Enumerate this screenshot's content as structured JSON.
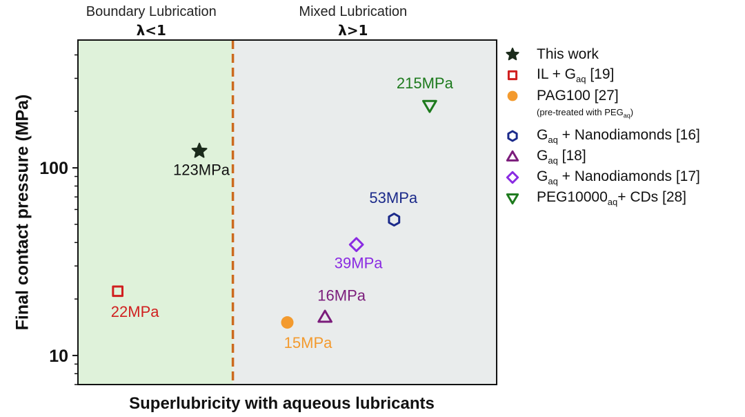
{
  "chart_data": {
    "type": "scatter",
    "title": "",
    "xlabel": "Superlubricity with aqueous lubricants",
    "ylabel": "Final contact pressure (MPa)",
    "yscale": "log",
    "ylim": [
      7,
      480
    ],
    "yticks": [
      {
        "value": 10,
        "label": "10"
      },
      {
        "value": 100,
        "label": "100"
      }
    ],
    "xlim": [
      0,
      100
    ],
    "regions": [
      {
        "name": "Boundary Lubrication",
        "condition": "λ<1",
        "x_range": [
          0,
          37
        ],
        "color": "#dff2da"
      },
      {
        "name": "Mixed Lubrication",
        "condition": "λ>1",
        "x_range": [
          37,
          100
        ],
        "color": "#e9ecec"
      }
    ],
    "divider_x": 37,
    "divider_color": "#cc6a1e",
    "series": [
      {
        "name": "This work",
        "marker": "star",
        "color": "#1b2b1b",
        "filled": true,
        "x": 29,
        "y": 123,
        "label": "123MPa",
        "label_color": "#111111"
      },
      {
        "name": "IL + G",
        "sub": "aq",
        "ref": " [19]",
        "marker": "square",
        "color": "#d01f1f",
        "filled": false,
        "x": 9.5,
        "y": 22,
        "label": "22MPa",
        "label_color": "#d01f1f"
      },
      {
        "name": "PAG100 [27]",
        "marker": "circle",
        "color": "#f39a2e",
        "filled": true,
        "x": 50,
        "y": 15,
        "label": "15MPa",
        "label_color": "#f39a2e",
        "note": "(pre-treated with PEG",
        "note_sub": "aq",
        "note_end": ")"
      },
      {
        "name": "G",
        "sub": "aq",
        "ref": " + Nanodiamonds [16]",
        "marker": "hexagon",
        "color": "#1b2a8a",
        "filled": false,
        "x": 75.5,
        "y": 53,
        "label": "53MPa",
        "label_color": "#1b2a8a"
      },
      {
        "name": "G",
        "sub": "aq",
        "ref": " [18]",
        "marker": "triangle-up",
        "color": "#7b1c7b",
        "filled": false,
        "x": 59,
        "y": 16,
        "label": "16MPa",
        "label_color": "#7b1c7b"
      },
      {
        "name": "G",
        "sub": "aq",
        "ref": " + Nanodiamonds [17]",
        "marker": "diamond",
        "color": "#8a2be2",
        "filled": false,
        "x": 66.5,
        "y": 39,
        "label": "39MPa",
        "label_color": "#8a2be2"
      },
      {
        "name": "PEG10000",
        "sub": "aq",
        "ref": "+ CDs [28]",
        "marker": "triangle-down",
        "color": "#1d7a1d",
        "filled": false,
        "x": 84,
        "y": 215,
        "label": "215MPa",
        "label_color": "#1d7a1d"
      }
    ],
    "legend_position": "right",
    "grid": false
  }
}
